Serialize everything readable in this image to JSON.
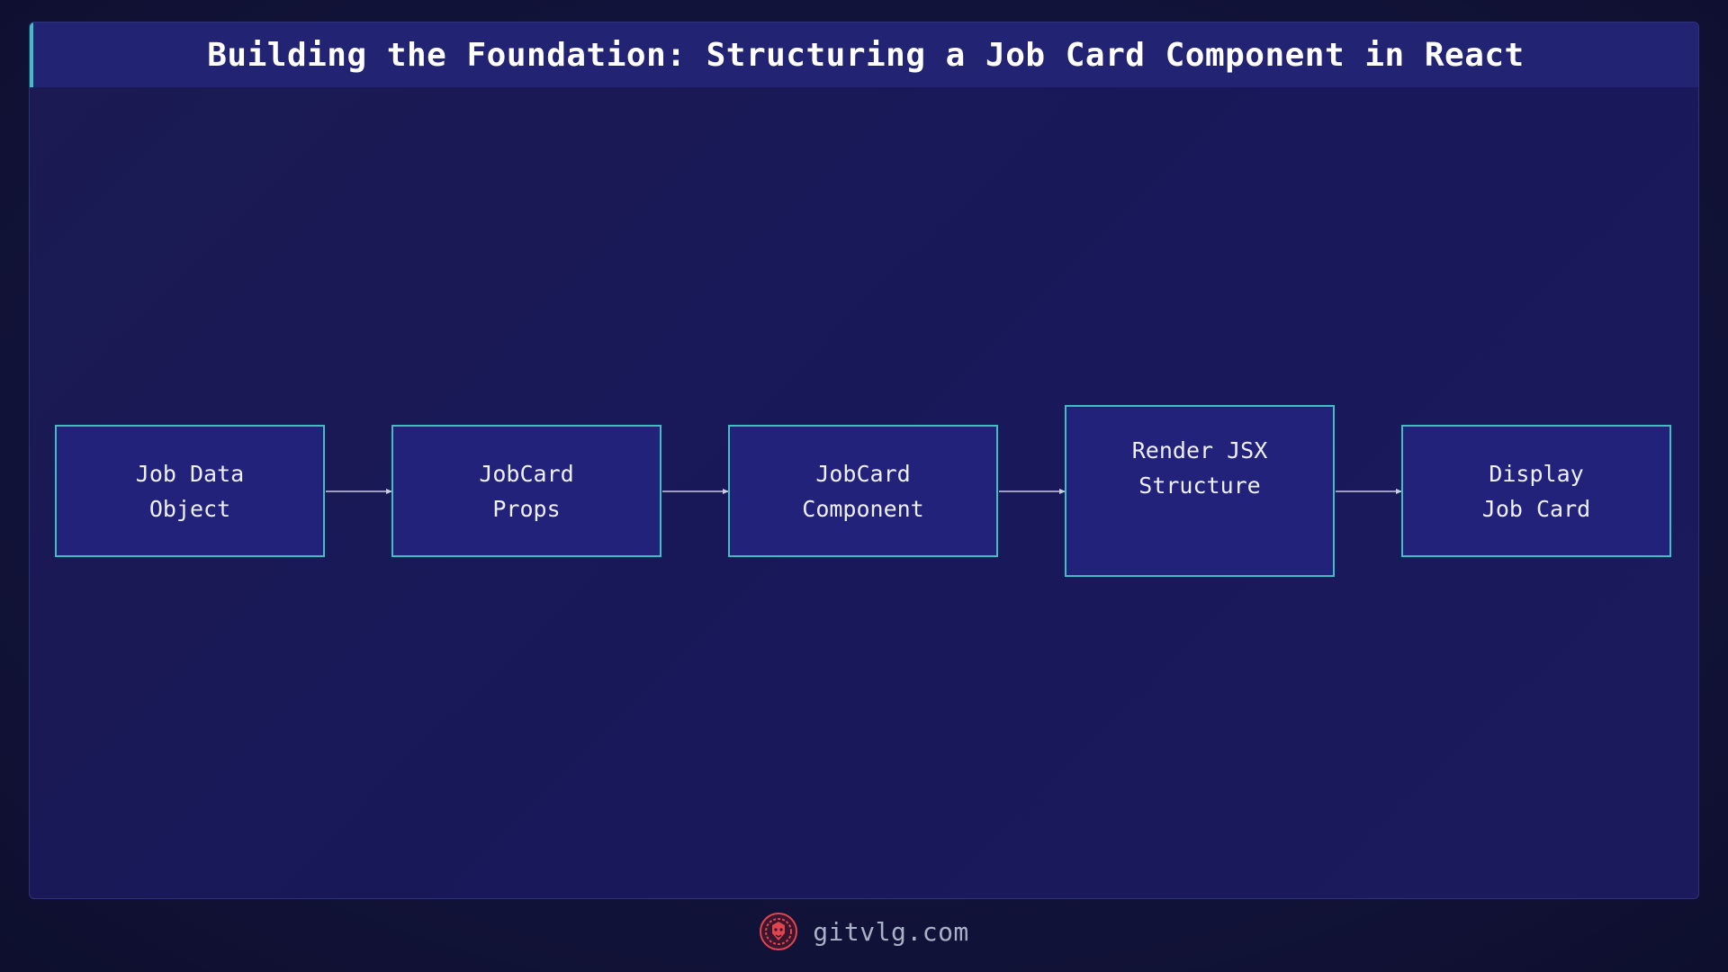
{
  "title": "Building the Foundation: Structuring a Job Card Component in React",
  "nodes": [
    {
      "id": "job-data-object",
      "lines": [
        "Job Data",
        "Object"
      ]
    },
    {
      "id": "jobcard-props",
      "lines": [
        "JobCard",
        "Props"
      ]
    },
    {
      "id": "jobcard-component",
      "lines": [
        "JobCard",
        "Component"
      ]
    },
    {
      "id": "render-jsx-structure",
      "lines": [
        "Render JSX",
        "Structure"
      ]
    },
    {
      "id": "display-job-card",
      "lines": [
        "Display",
        "Job Card"
      ]
    }
  ],
  "edges": [
    {
      "from": "job-data-object",
      "to": "jobcard-props"
    },
    {
      "from": "jobcard-props",
      "to": "jobcard-component"
    },
    {
      "from": "jobcard-component",
      "to": "render-jsx-structure"
    },
    {
      "from": "render-jsx-structure",
      "to": "display-job-card"
    }
  ],
  "footer": {
    "logo_icon": "lion-head-logo-icon",
    "site": "gitvlg.com"
  },
  "colors": {
    "node_border": "#3fbfc4",
    "node_fill": "#23227a",
    "title_bar": "#232373",
    "edge": "#c9cbe0",
    "logo": "#e0444d"
  }
}
